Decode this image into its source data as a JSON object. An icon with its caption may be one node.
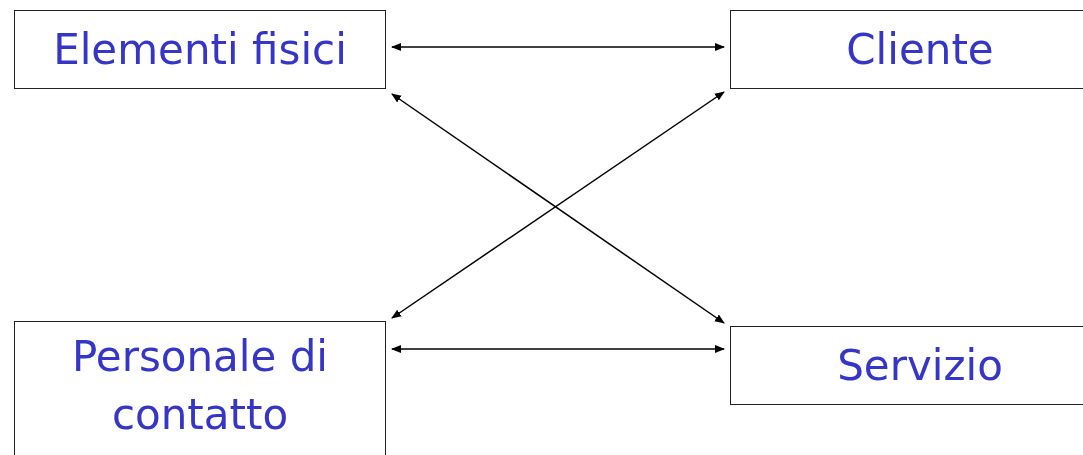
{
  "diagram": {
    "nodes": [
      {
        "text": [
          "Elementi fisici"
        ]
      },
      {
        "text": [
          "Cliente"
        ]
      },
      {
        "text": [
          "Personale di contatto"
        ]
      },
      {
        "text": [
          "Servizio"
        ]
      }
    ],
    "edges": [
      {
        "from": 0,
        "to": 1,
        "arrow": "both"
      },
      {
        "from": 0,
        "to": 3,
        "arrow": "both"
      },
      {
        "from": 2,
        "to": 1,
        "arrow": "both"
      },
      {
        "from": 2,
        "to": 3,
        "arrow": "both"
      }
    ]
  }
}
